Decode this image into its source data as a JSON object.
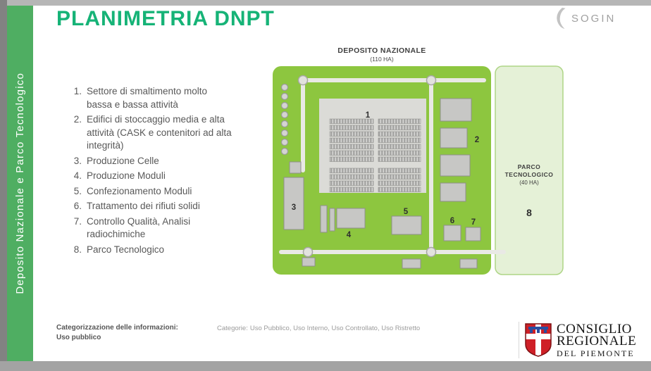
{
  "sidebar": {
    "label": "Deposito Nazionale e Parco Tecnologico"
  },
  "header": {
    "title": "PLANIMETRIA DNPT",
    "brand": "SOGIN"
  },
  "legend": {
    "items": [
      {
        "num": "1.",
        "text": "Settore di smaltimento molto bassa e bassa attività"
      },
      {
        "num": "2.",
        "text": "Edifici di stoccaggio media e alta attività (CASK e contenitori ad alta integrità)"
      },
      {
        "num": "3.",
        "text": "Produzione Celle"
      },
      {
        "num": "4.",
        "text": "Produzione Moduli"
      },
      {
        "num": "5.",
        "text": "Confezionamento Moduli"
      },
      {
        "num": "6.",
        "text": "Trattamento dei rifiuti solidi"
      },
      {
        "num": "7.",
        "text": "Controllo Qualità, Analisi radiochimiche"
      },
      {
        "num": "8.",
        "text": "Parco Tecnologico"
      }
    ]
  },
  "map": {
    "deposito_title": "DEPOSITO NAZIONALE",
    "deposito_area": "(110 HA)",
    "parco_line1": "PARCO",
    "parco_line2": "TECNOLOGICO",
    "parco_area": "(40 HA)",
    "markers": [
      "1",
      "2",
      "3",
      "4",
      "5",
      "6",
      "7",
      "8"
    ]
  },
  "footer": {
    "classification_label": "Categorizzazione delle informazioni:",
    "classification_value": "Uso pubblico",
    "categories_label": "Categorie:",
    "categories_value": "Uso Pubblico, Uso Interno, Uso Controllato, Uso Ristretto"
  },
  "org": {
    "line1": "CONSIGLIO",
    "line2": "REGIONALE",
    "line3": "DEL PIEMONTE"
  },
  "colors": {
    "accent_green": "#16b377",
    "banner_green": "#4fae62",
    "map_green": "#8dc63f",
    "parco_green": "#e5f1d7",
    "logo_red": "#cf2027",
    "logo_blue": "#2b4ea0"
  }
}
